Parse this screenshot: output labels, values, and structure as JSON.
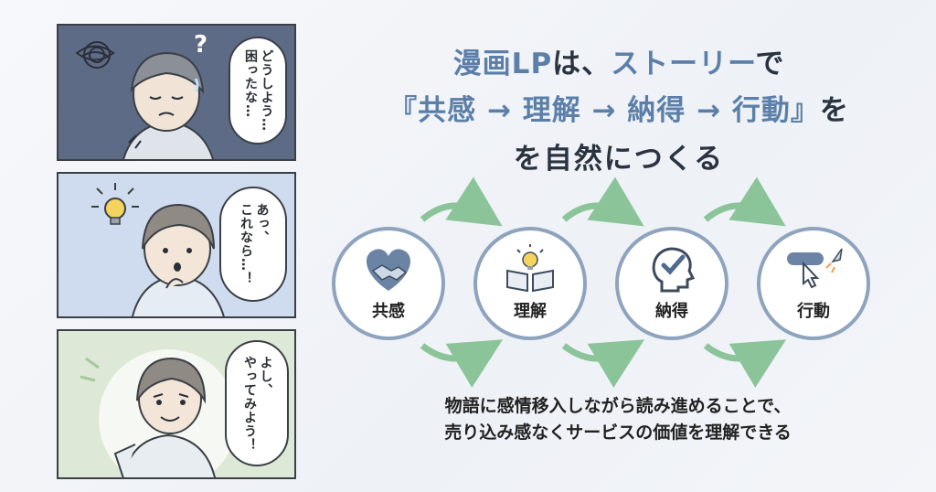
{
  "headline": {
    "line1_part1": "漫画LP",
    "line1_part2": "は、",
    "line1_part3": "ストーリー",
    "line1_part4": "で",
    "line2_accent": "『共感 → 理解 → 納得 → 行動』",
    "line2_tail": "を",
    "line3": "を自然につくる"
  },
  "manga": {
    "panel1_bubble": [
      "どうしよう…",
      "困ったな…"
    ],
    "panel2_bubble": [
      "あっ、",
      "これなら…！"
    ],
    "panel3_bubble": [
      "よし、",
      "やってみよう！"
    ],
    "panel1_mark": "?"
  },
  "steps": [
    {
      "label": "共感",
      "icon": "handshake-heart-icon"
    },
    {
      "label": "理解",
      "icon": "book-lightbulb-icon"
    },
    {
      "label": "納得",
      "icon": "head-check-icon"
    },
    {
      "label": "行動",
      "icon": "click-rocket-icon"
    }
  ],
  "footer": {
    "line1": "物語に感情移入しながら読み進めることで、",
    "line2": "売り込み感なくサービスの価値を理解できる"
  },
  "colors": {
    "accent": "#5b7fa8",
    "arrow": "#8cc49a",
    "circle_border": "#8ea3bd"
  }
}
